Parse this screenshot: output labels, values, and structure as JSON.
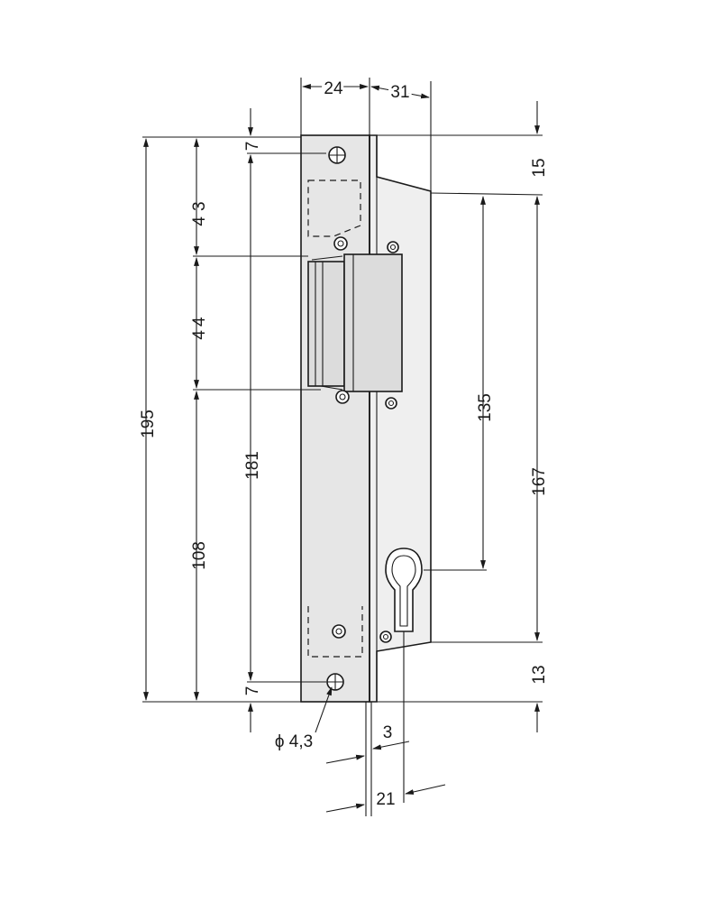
{
  "drawing": {
    "dimensions": {
      "overall_height": "195",
      "top_to_bolt": "43",
      "bolt_height": "44",
      "bolt_to_bottom": "108",
      "hole_spacing": "181",
      "hole_top_offset": "7",
      "hole_bottom_offset": "7",
      "plate_width": "24",
      "total_depth": "31",
      "top_step": "15",
      "bolt_to_cylinder": "135",
      "housing_height": "167",
      "bottom_step": "13",
      "hole_diameter": "ϕ 4,3",
      "plate_thickness": "3",
      "backset": "21"
    }
  }
}
